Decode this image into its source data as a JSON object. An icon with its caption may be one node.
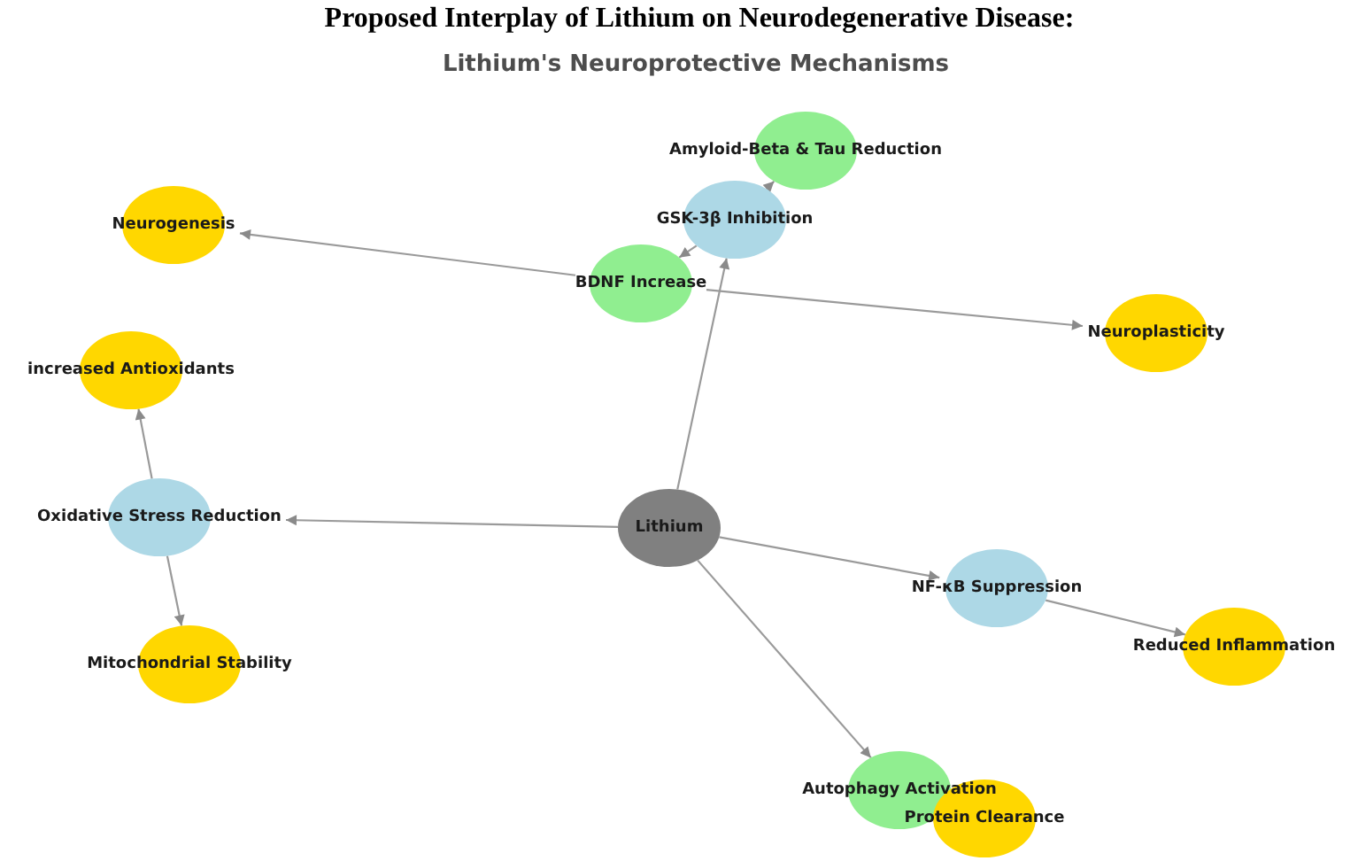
{
  "diagram": {
    "title": "Proposed Interplay of Lithium on Neurodegenerative Disease:",
    "nodes": [
      {
        "text": [
          "Amyloid-Beta & Tau Reduction"
        ]
      },
      {
        "text": [
          "Neurogenesis"
        ]
      },
      {
        "text": [
          "GSK-3β Inhibition"
        ]
      },
      {
        "text": [
          "BDNF Increase"
        ]
      },
      {
        "text": [
          "Neuroplasticity"
        ]
      },
      {
        "text": [
          "increased Antioxidants"
        ]
      },
      {
        "text": [
          "Oxidative Stress Reduction"
        ]
      },
      {
        "text": [
          "Lithium"
        ]
      },
      {
        "text": [
          "NF-κB Suppression"
        ]
      },
      {
        "text": [
          "Reduced Inflammation"
        ]
      },
      {
        "text": [
          "Mitochondrial Stability"
        ]
      },
      {
        "text": [
          "Autophagy Activation"
        ]
      },
      {
        "text": [
          "Protein Clearance"
        ]
      }
    ],
    "edges": [
      {
        "from": 7,
        "to": 2,
        "arrow": "to"
      },
      {
        "from": 2,
        "to": 0,
        "arrow": "to"
      },
      {
        "from": 2,
        "to": 3,
        "arrow": "to"
      },
      {
        "from": 3,
        "to": 1,
        "arrow": "to"
      },
      {
        "from": 3,
        "to": 4,
        "arrow": "to"
      },
      {
        "from": 7,
        "to": 6,
        "arrow": "to"
      },
      {
        "from": 6,
        "to": 5,
        "arrow": "to"
      },
      {
        "from": 6,
        "to": 10,
        "arrow": "to"
      },
      {
        "from": 7,
        "to": 8,
        "arrow": "to"
      },
      {
        "from": 8,
        "to": 9,
        "arrow": "to"
      },
      {
        "from": 7,
        "to": 11,
        "arrow": "to"
      }
    ],
    "labels": [
      "Lithium's Neuroprotective Mechanisms"
    ]
  }
}
